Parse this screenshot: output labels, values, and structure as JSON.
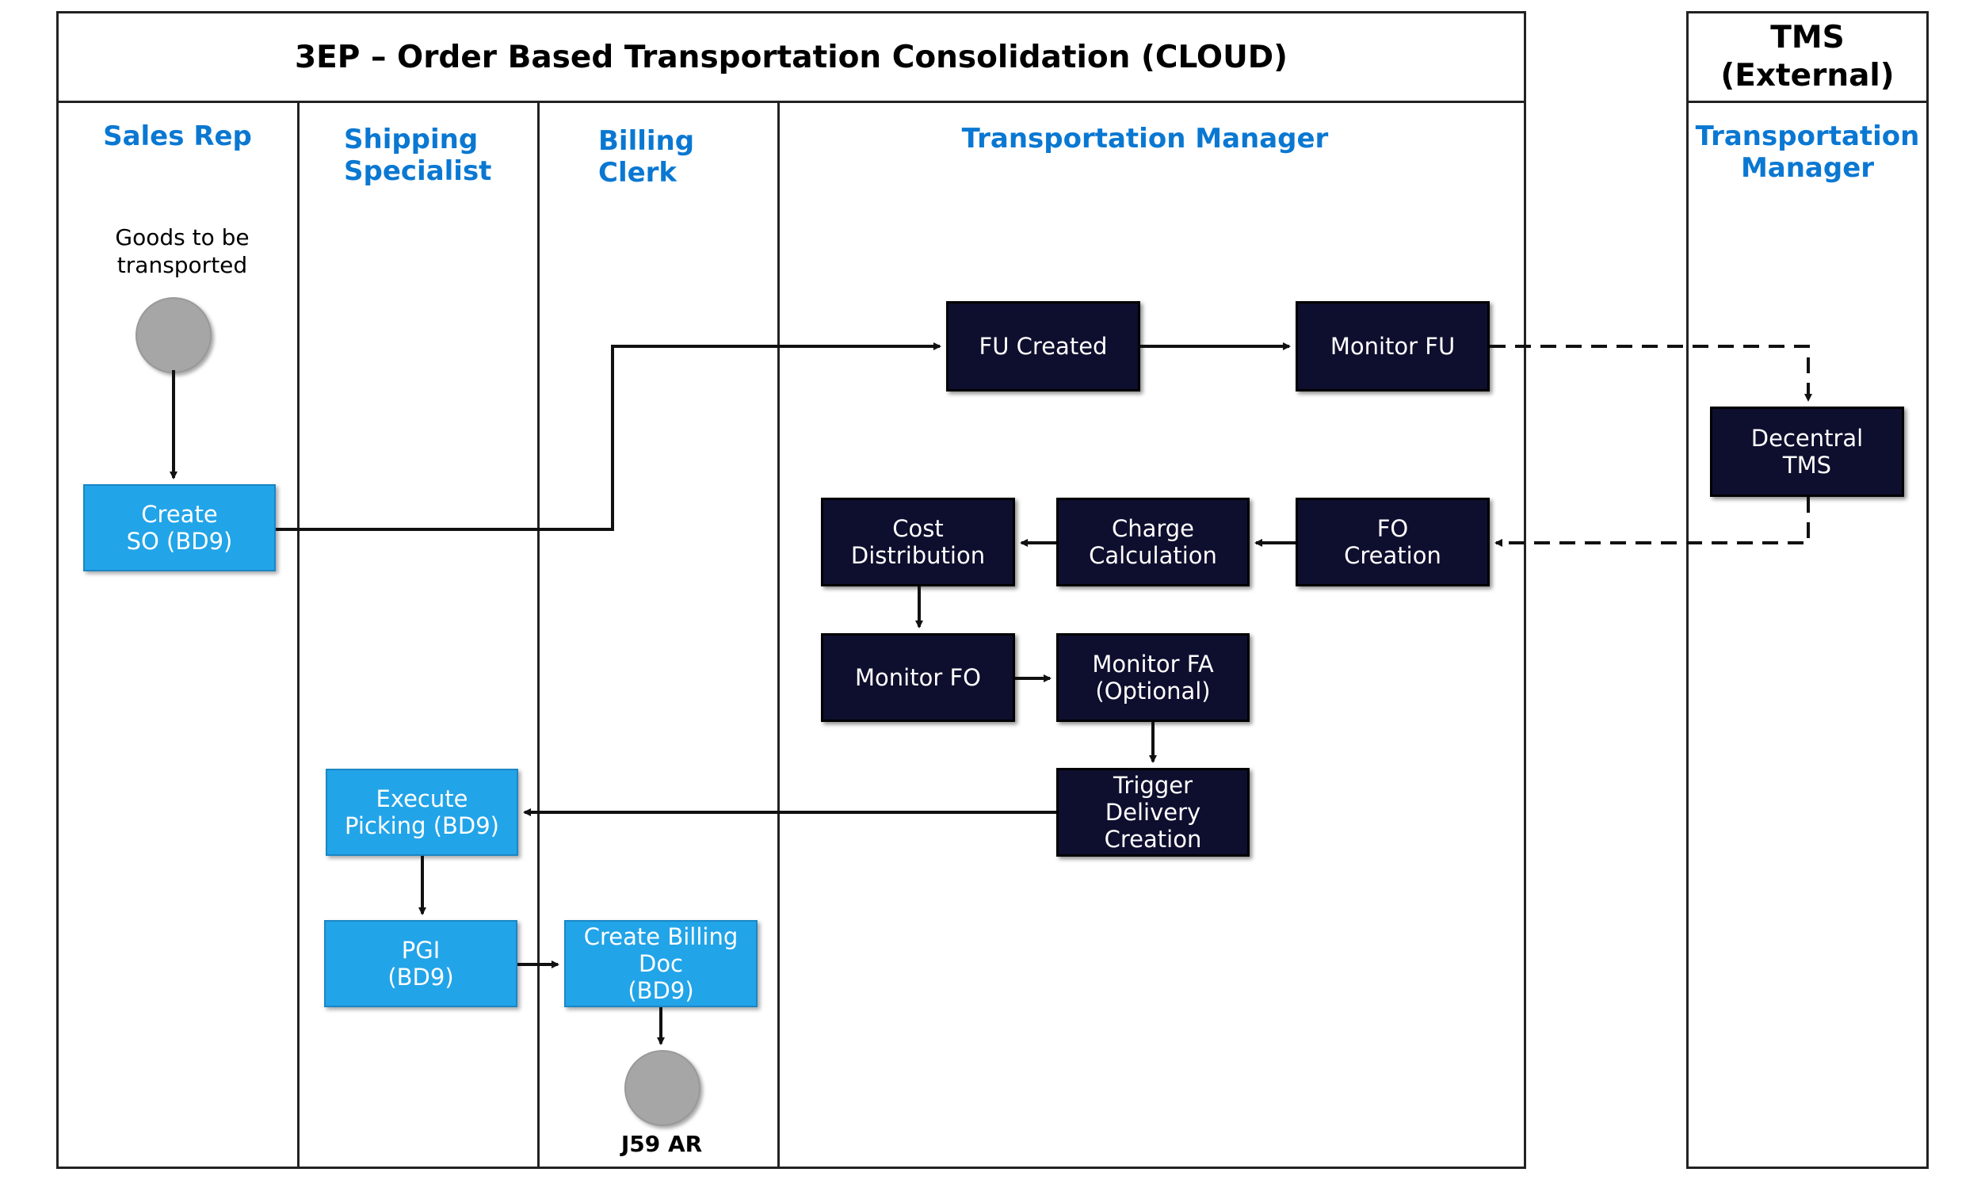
{
  "main_title": "3EP – Order Based Transportation Consolidation (CLOUD)",
  "external_title": "TMS\n(External)",
  "lanes": {
    "sales_rep": "Sales Rep",
    "shipping_specialist": "Shipping\nSpecialist",
    "billing_clerk": "Billing\nClerk",
    "transportation_manager": "Transportation Manager",
    "external_transportation_manager": "Transportation\nManager"
  },
  "events": {
    "start_label": "Goods to be\ntransported",
    "end_label": "J59 AR"
  },
  "steps": {
    "create_so": "Create\nSO (BD9)",
    "fu_created": "FU Created",
    "monitor_fu": "Monitor FU",
    "decentral_tms": "Decentral\nTMS",
    "fo_creation": "FO\nCreation",
    "charge_calculation": "Charge\nCalculation",
    "cost_distribution": "Cost\nDistribution",
    "monitor_fo": "Monitor FO",
    "monitor_fa": "Monitor FA\n(Optional)",
    "trigger_delivery": "Trigger\nDelivery\nCreation",
    "execute_picking": "Execute\nPicking (BD9)",
    "pgi": "PGI\n(BD9)",
    "create_billing": "Create Billing\nDoc\n(BD9)"
  },
  "colors": {
    "lane_label": "#0a78d2",
    "dark_step": "#0e0e2e",
    "blue_step": "#22a4e8",
    "event": "#a6a6a6"
  }
}
